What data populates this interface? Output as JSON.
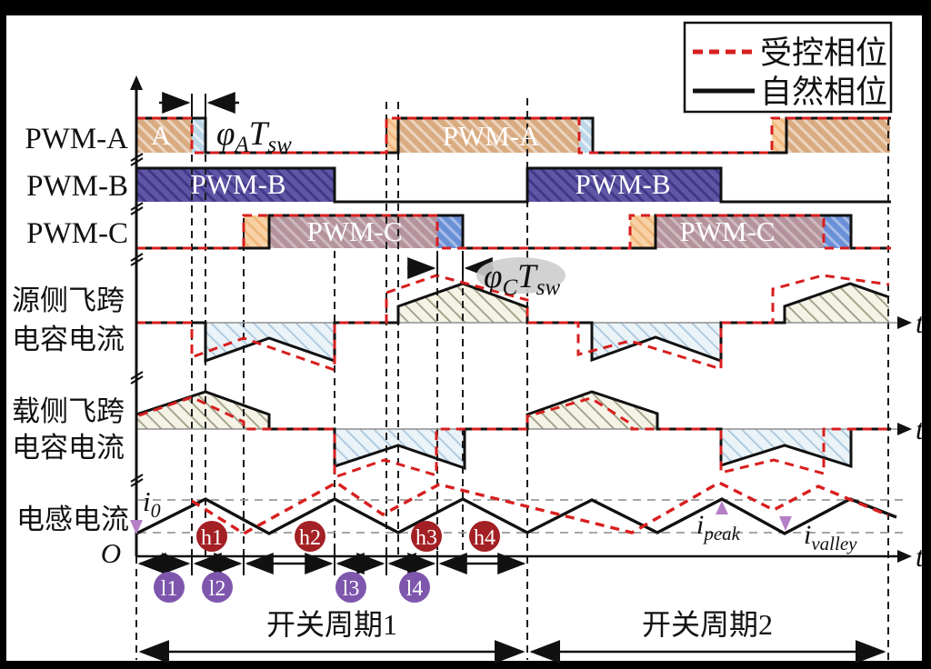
{
  "legend": {
    "controlled_label": "受控相位",
    "natural_label": "自然相位"
  },
  "rows": {
    "pwm_a": {
      "label": "PWM-A",
      "pulse1_label": "A",
      "pulse2_label": "PWM-A",
      "pulse3_label": ""
    },
    "pwm_b": {
      "label": "PWM-B",
      "pulse1_label": "PWM-B",
      "pulse2_label": "PWM-B"
    },
    "pwm_c": {
      "label": "PWM-C",
      "pulse1_label": "PWM-C",
      "pulse2_label": "PWM-C"
    },
    "source_cap": {
      "label_line1": "源侧飞跨",
      "label_line2": "电容电流",
      "axis_label": "t"
    },
    "load_cap": {
      "label_line1": "载侧飞跨",
      "label_line2": "电容电流",
      "axis_label": "t"
    },
    "inductor": {
      "label": "电感电流",
      "origin_label": "O",
      "axis_label": "t"
    }
  },
  "annotations": {
    "phi_a": {
      "phi": "φ",
      "sub": "A",
      "T": "T",
      "tsub": "sw"
    },
    "phi_c": {
      "phi": "φ",
      "sub": "C",
      "T": "T",
      "tsub": "sw"
    },
    "i0": {
      "base": "i",
      "sub": "0"
    },
    "i_peak": {
      "base": "i",
      "sub": "peak"
    },
    "i_valley": {
      "base": "i",
      "sub": "valley"
    }
  },
  "markers": {
    "h": [
      "h1",
      "h2",
      "h3",
      "h4"
    ],
    "l": [
      "l1",
      "l2",
      "l3",
      "l4"
    ]
  },
  "periods": {
    "period1": "开关周期1",
    "period2": "开关周期2"
  },
  "colors": {
    "controlled_red": "#d81e1e",
    "natural_black": "#111111",
    "pwm_a_fill": "#d9ab80",
    "pwm_b_fill": "#6056a6",
    "pwm_c_fill": "#b4939c",
    "lead_orange_fill": "#f8d2a6",
    "lag_lightblue_fill": "#bcd6e8",
    "lag_blue_fill": "#6a90d8",
    "positive_area_fill": "#f5f3e6",
    "negative_area_fill": "#eaf3f8",
    "h_marker_fill": "#a32024",
    "l_marker_fill": "#7e57ad",
    "level_marker_purple": "#b57fc6"
  }
}
